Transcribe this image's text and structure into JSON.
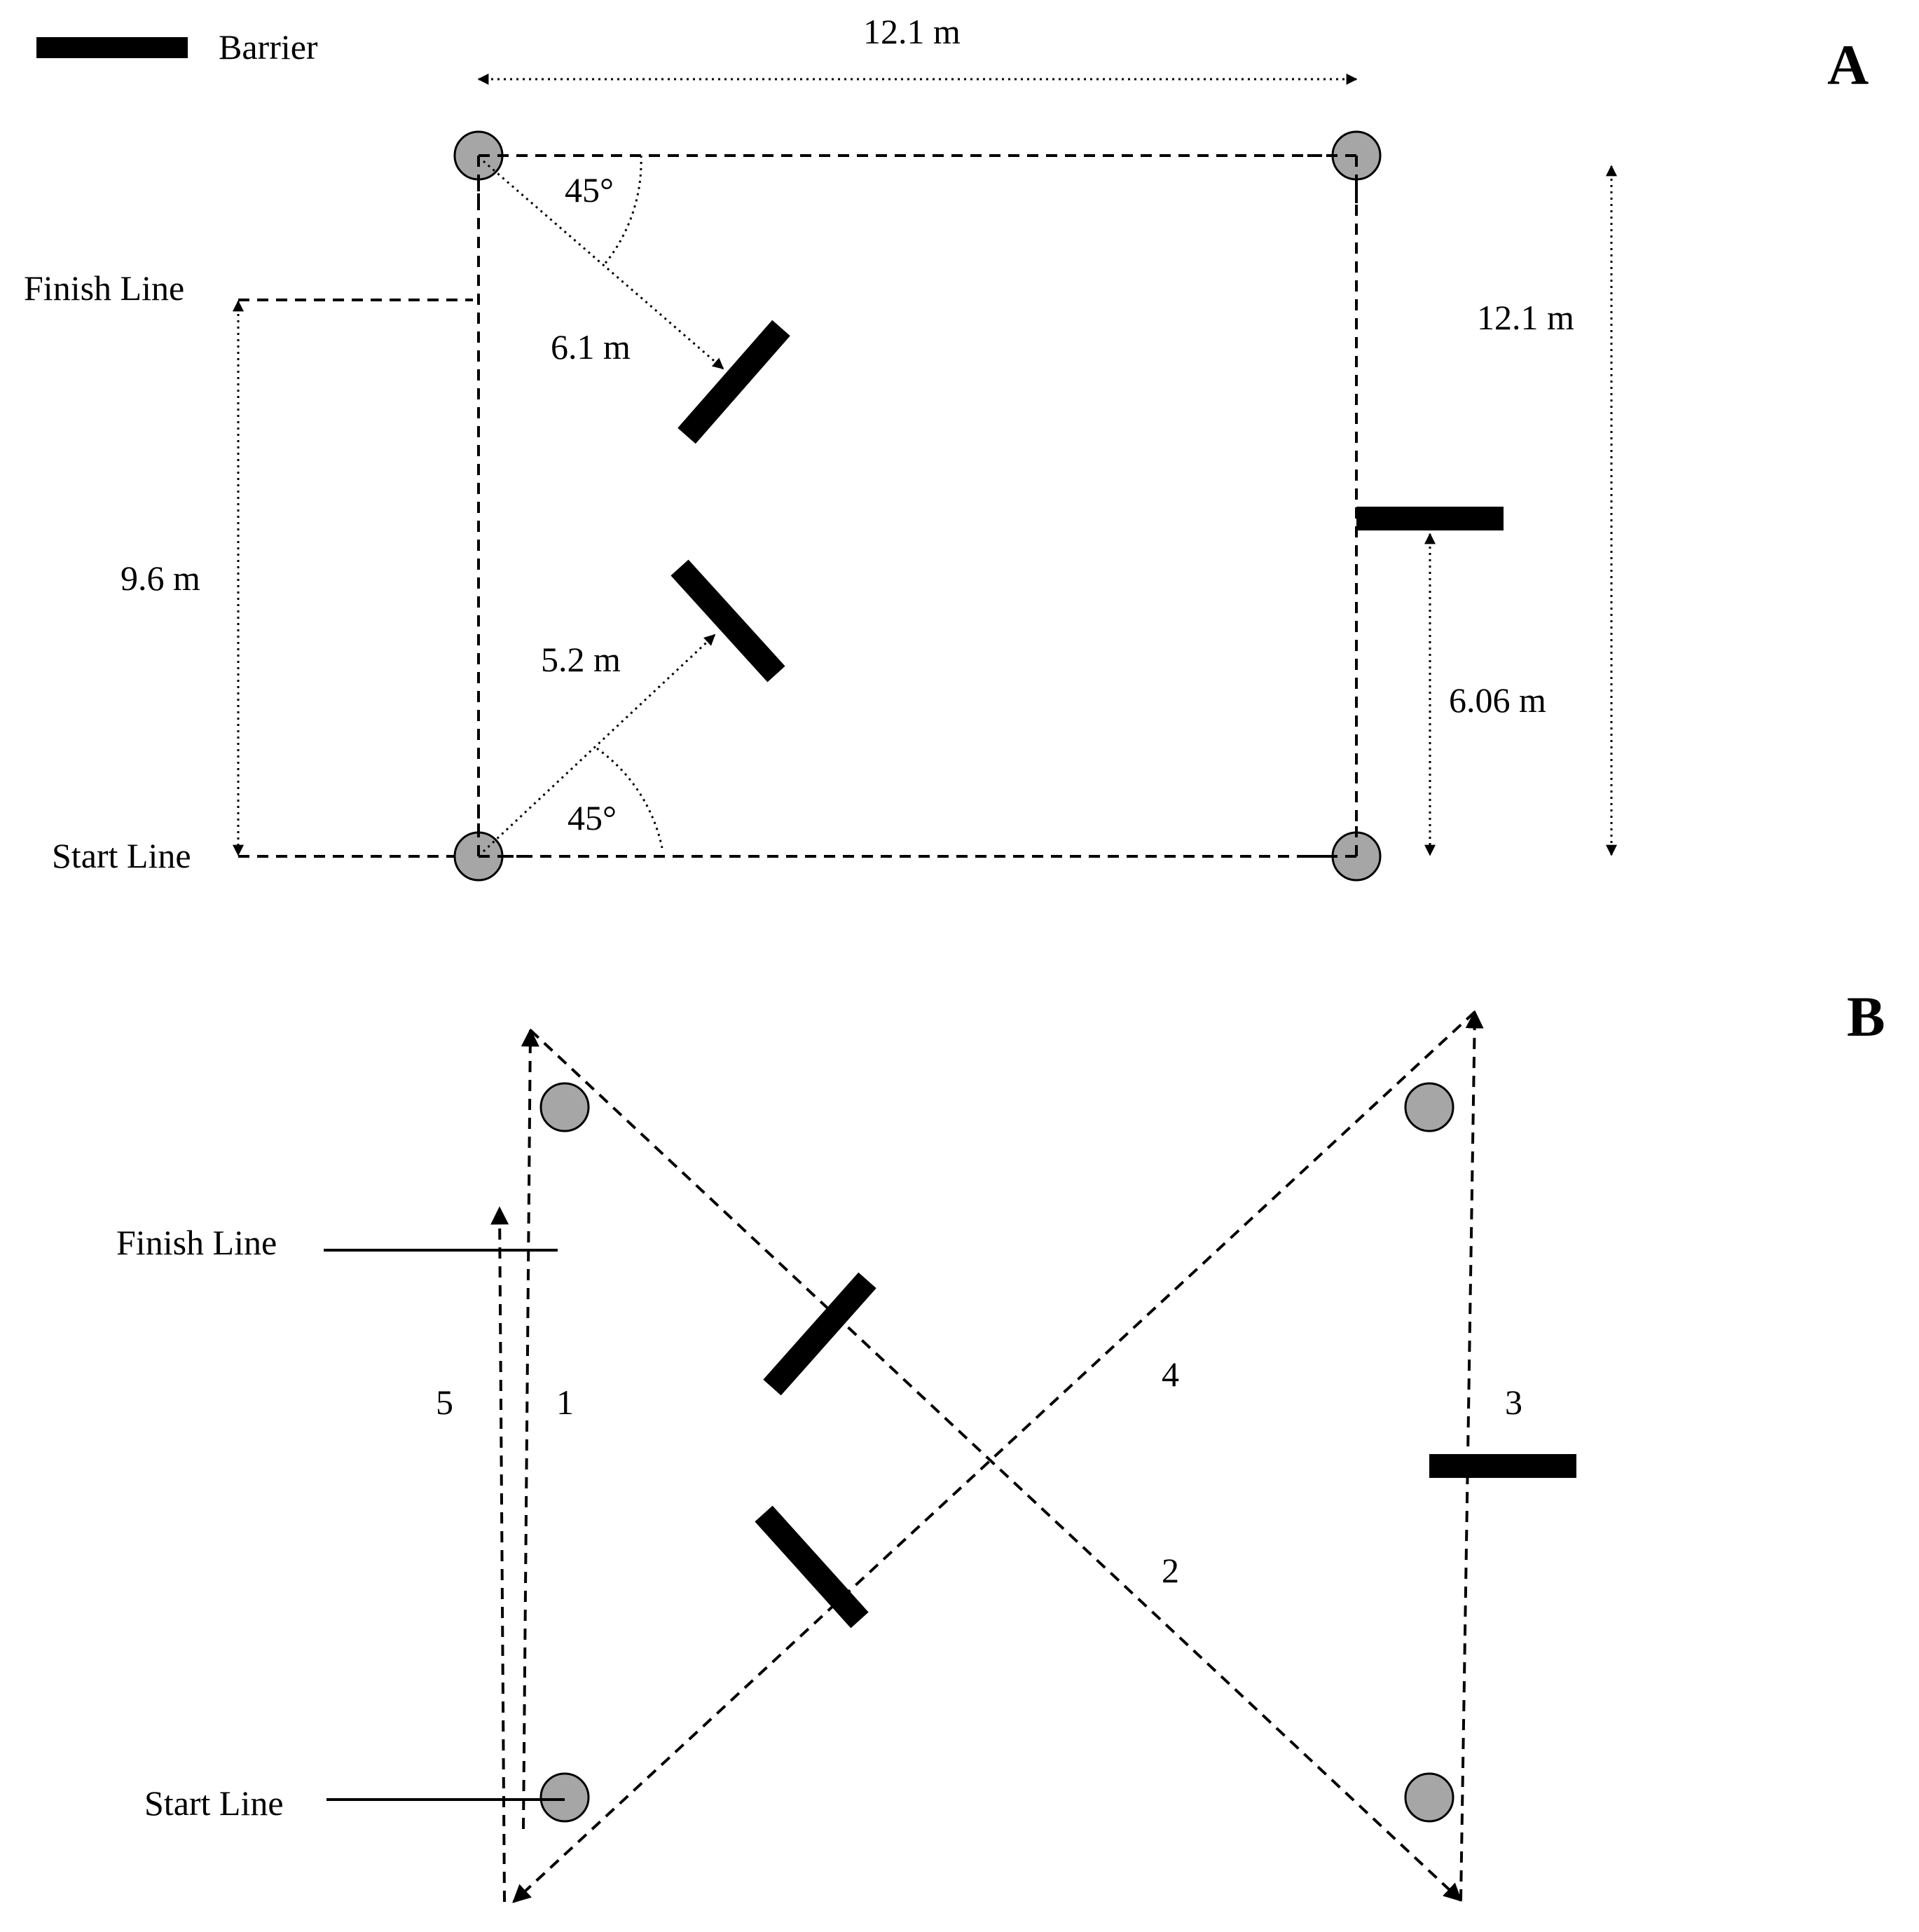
{
  "legend": {
    "label": "Barrier"
  },
  "colors": {
    "cone_fill": "#a6a6a6",
    "line": "#000000",
    "background": "#ffffff"
  },
  "panel_a": {
    "label": "A",
    "finish_line": "Finish Line",
    "start_line": "Start Line",
    "dim_top": "12.1 m",
    "dim_right": "12.1 m",
    "dim_start_to_finish": "9.6 m",
    "dim_to_right_barrier": "6.06 m",
    "dim_to_upper_barrier": "6.1 m",
    "dim_to_lower_barrier": "5.2 m",
    "angle_top": "45°",
    "angle_bottom": "45°"
  },
  "panel_b": {
    "label": "B",
    "finish_line": "Finish Line",
    "start_line": "Start Line",
    "path_labels": [
      "1",
      "2",
      "3",
      "4",
      "5"
    ]
  }
}
